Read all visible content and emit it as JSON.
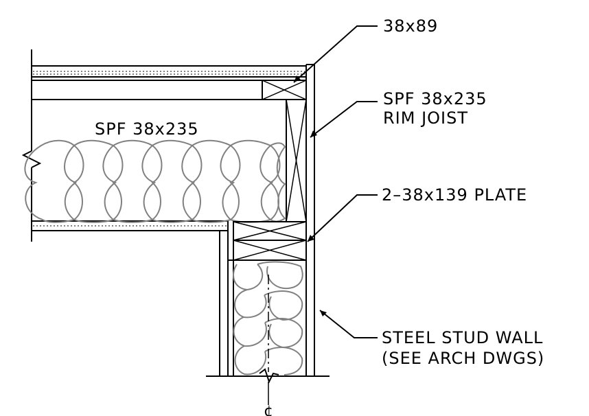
{
  "labels": {
    "top_member": "38x89",
    "rim_joist_line1": "SPF 38x235",
    "rim_joist_line2": "RIM JOIST",
    "plate": "2–38x139 PLATE",
    "wall_line1": "STEEL STUD WALL",
    "wall_line2": "(SEE ARCH DWGS)",
    "joist": "SPF 38x235",
    "centerline_mark": "¢"
  }
}
